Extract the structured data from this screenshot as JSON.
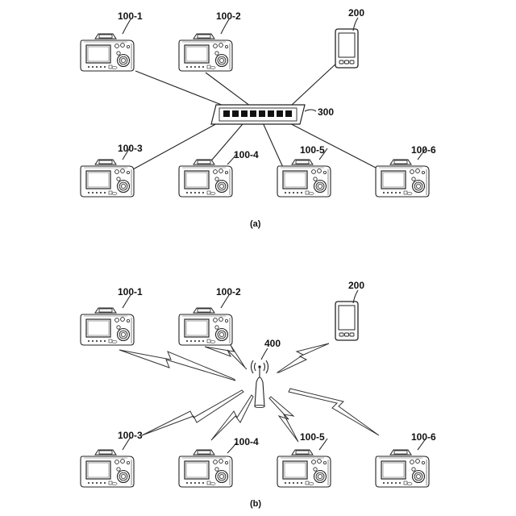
{
  "panel_a": {
    "caption": "(a)",
    "labels": {
      "cam1": "100-1",
      "cam2": "100-2",
      "cam3": "100-3",
      "cam4": "100-4",
      "cam5": "100-5",
      "cam6": "100-6",
      "terminal": "200",
      "hub": "300"
    }
  },
  "panel_b": {
    "caption": "(b)",
    "labels": {
      "cam1": "100-1",
      "cam2": "100-2",
      "cam3": "100-3",
      "cam4": "100-4",
      "cam5": "100-5",
      "cam6": "100-6",
      "terminal": "200",
      "ap": "400"
    }
  }
}
